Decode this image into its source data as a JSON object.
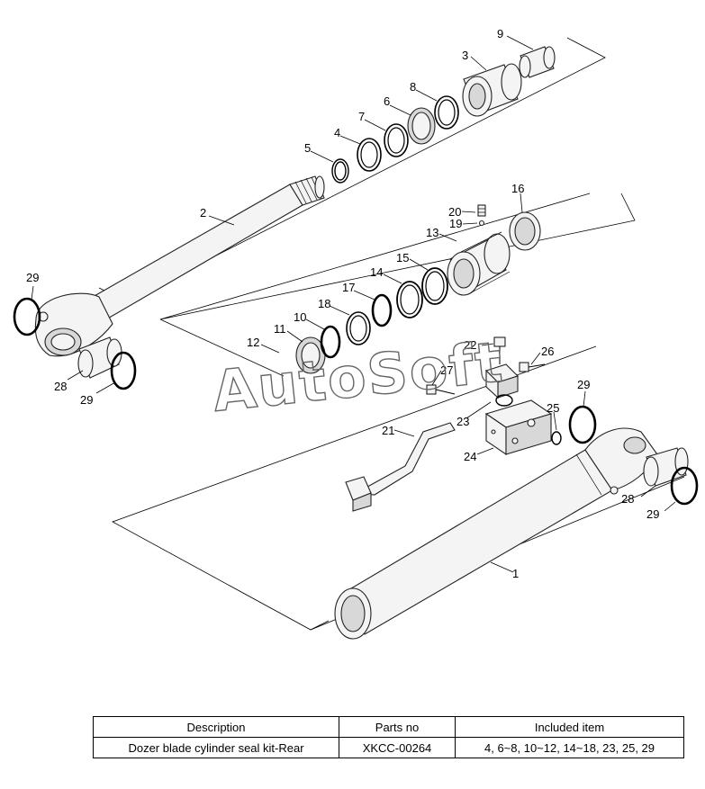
{
  "watermark": "AutoSoft",
  "callouts": [
    "9",
    "3",
    "8",
    "6",
    "7",
    "4",
    "5",
    "2",
    "29",
    "28",
    "29",
    "16",
    "20",
    "19",
    "13",
    "15",
    "14",
    "17",
    "18",
    "10",
    "11",
    "12",
    "22",
    "26",
    "27",
    "23",
    "21",
    "25",
    "24",
    "29",
    "28",
    "29",
    "1"
  ],
  "table": {
    "headers": [
      "Description",
      "Parts no",
      "Included item"
    ],
    "rows": [
      [
        "Dozer blade cylinder seal kit-Rear",
        "XKCC-00264",
        "4, 6~8, 10~12, 14~18, 23, 25, 29"
      ]
    ]
  }
}
